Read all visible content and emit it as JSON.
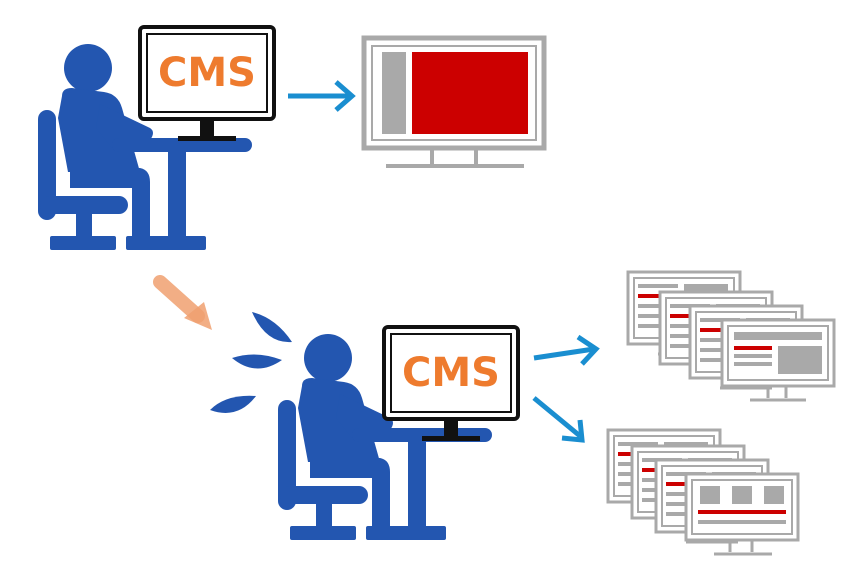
{
  "scene_top": {
    "editor_screen_label": "CMS",
    "published_page": "single-page-preview"
  },
  "scene_bottom": {
    "editor_screen_label": "CMS",
    "published_pages_group_1_count": 4,
    "published_pages_group_2_count": 4
  },
  "colors": {
    "person": "#2356b0",
    "cms_label": "#ee7b2e",
    "arrow": "#1a8ed0",
    "transition_arrow": "#f0a070",
    "sweat": "#2356b0",
    "page_frame": "#a9a9a9",
    "page_accent": "#cc0000"
  },
  "icons": {
    "person": "person-at-desk-icon",
    "monitor": "monitor-icon",
    "arrow": "arrow-right-icon",
    "sweat": "sweat-drop-icon"
  }
}
